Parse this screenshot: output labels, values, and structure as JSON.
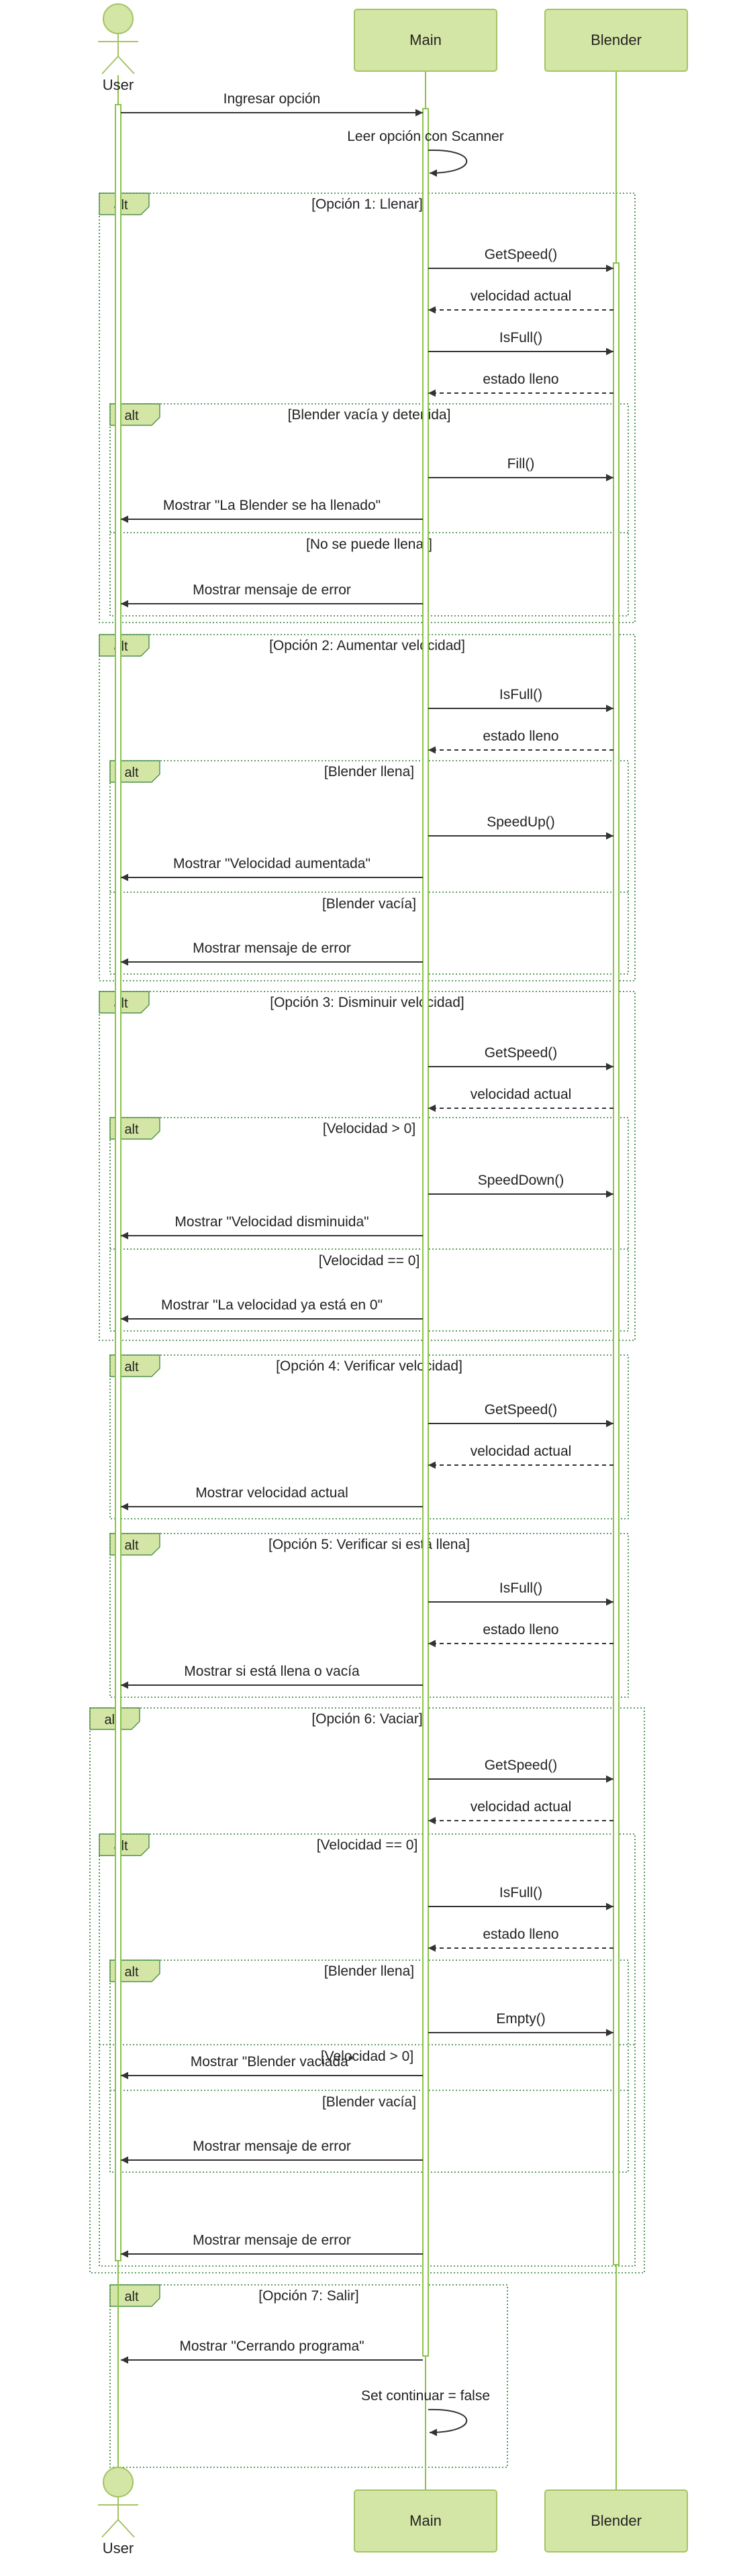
{
  "participants": {
    "user": {
      "label": "User",
      "kind": "actor"
    },
    "main": {
      "label": "Main",
      "kind": "box"
    },
    "blender": {
      "label": "Blender",
      "kind": "box"
    }
  },
  "colors": {
    "participant_fill": "#d4e6a5",
    "participant_stroke": "#a4c463",
    "lifeline": "#8bc34a",
    "activation": "#8bc34a",
    "frame_border": "#2f7d32",
    "tag_fill": "#d4e6a5",
    "text": "#222222",
    "arrow": "#333333"
  },
  "messages": {
    "m1": {
      "label": "Ingresar opción",
      "from": "user",
      "to": "main",
      "style": "solid"
    },
    "m2": {
      "label": "Leer opción con Scanner",
      "from": "main",
      "to": "main",
      "style": "self"
    },
    "m3": {
      "label": "GetSpeed()",
      "from": "main",
      "to": "blender",
      "style": "solid"
    },
    "m4": {
      "label": "velocidad actual",
      "from": "blender",
      "to": "main",
      "style": "dashed"
    },
    "m5": {
      "label": "IsFull()",
      "from": "main",
      "to": "blender",
      "style": "solid"
    },
    "m6": {
      "label": "estado lleno",
      "from": "blender",
      "to": "main",
      "style": "dashed"
    },
    "m7": {
      "label": "Fill()",
      "from": "main",
      "to": "blender",
      "style": "solid"
    },
    "m8": {
      "label": "Mostrar \"La Blender se ha llenado\"",
      "from": "main",
      "to": "user",
      "style": "solid"
    },
    "m9": {
      "label": "Mostrar mensaje de error",
      "from": "main",
      "to": "user",
      "style": "solid"
    },
    "m10": {
      "label": "IsFull()",
      "from": "main",
      "to": "blender",
      "style": "solid"
    },
    "m11": {
      "label": "estado lleno",
      "from": "blender",
      "to": "main",
      "style": "dashed"
    },
    "m12": {
      "label": "SpeedUp()",
      "from": "main",
      "to": "blender",
      "style": "solid"
    },
    "m13": {
      "label": "Mostrar \"Velocidad aumentada\"",
      "from": "main",
      "to": "user",
      "style": "solid"
    },
    "m14": {
      "label": "Mostrar mensaje de error",
      "from": "main",
      "to": "user",
      "style": "solid"
    },
    "m15": {
      "label": "GetSpeed()",
      "from": "main",
      "to": "blender",
      "style": "solid"
    },
    "m16": {
      "label": "velocidad actual",
      "from": "blender",
      "to": "main",
      "style": "dashed"
    },
    "m17": {
      "label": "SpeedDown()",
      "from": "main",
      "to": "blender",
      "style": "solid"
    },
    "m18": {
      "label": "Mostrar \"Velocidad disminuida\"",
      "from": "main",
      "to": "user",
      "style": "solid"
    },
    "m19": {
      "label": "Mostrar \"La velocidad ya está en 0\"",
      "from": "main",
      "to": "user",
      "style": "solid"
    },
    "m20": {
      "label": "GetSpeed()",
      "from": "main",
      "to": "blender",
      "style": "solid"
    },
    "m21": {
      "label": "velocidad actual",
      "from": "blender",
      "to": "main",
      "style": "dashed"
    },
    "m22": {
      "label": "Mostrar velocidad actual",
      "from": "main",
      "to": "user",
      "style": "solid"
    },
    "m23": {
      "label": "IsFull()",
      "from": "main",
      "to": "blender",
      "style": "solid"
    },
    "m24": {
      "label": "estado lleno",
      "from": "blender",
      "to": "main",
      "style": "dashed"
    },
    "m25": {
      "label": "Mostrar si está llena o vacía",
      "from": "main",
      "to": "user",
      "style": "solid"
    },
    "m26": {
      "label": "GetSpeed()",
      "from": "main",
      "to": "blender",
      "style": "solid"
    },
    "m27": {
      "label": "velocidad actual",
      "from": "blender",
      "to": "main",
      "style": "dashed"
    },
    "m28": {
      "label": "IsFull()",
      "from": "main",
      "to": "blender",
      "style": "solid"
    },
    "m29": {
      "label": "estado lleno",
      "from": "blender",
      "to": "main",
      "style": "dashed"
    },
    "m30": {
      "label": "Empty()",
      "from": "main",
      "to": "blender",
      "style": "solid"
    },
    "m31": {
      "label": "Mostrar \"Blender vaciada\"",
      "from": "main",
      "to": "user",
      "style": "solid"
    },
    "m32": {
      "label": "Mostrar mensaje de error",
      "from": "main",
      "to": "user",
      "style": "solid"
    },
    "m33": {
      "label": "Mostrar mensaje de error",
      "from": "main",
      "to": "user",
      "style": "solid"
    },
    "m34": {
      "label": "Mostrar \"Cerrando programa\"",
      "from": "main",
      "to": "user",
      "style": "solid"
    },
    "m35": {
      "label": "Set continuar = false",
      "from": "main",
      "to": "main",
      "style": "self"
    }
  },
  "fragments": {
    "f1": {
      "tag": "alt",
      "condition": "[Opción 1: Llenar]"
    },
    "f1a": {
      "tag": "alt",
      "condition": "[Blender vacía y detenida]",
      "else": "[No se puede llenar]"
    },
    "f2": {
      "tag": "alt",
      "condition": "[Opción 2: Aumentar velocidad]"
    },
    "f2a": {
      "tag": "alt",
      "condition": "[Blender llena]",
      "else": "[Blender vacía]"
    },
    "f3": {
      "tag": "alt",
      "condition": "[Opción 3: Disminuir velocidad]"
    },
    "f3a": {
      "tag": "alt",
      "condition": "[Velocidad > 0]",
      "else": "[Velocidad == 0]"
    },
    "f4": {
      "tag": "alt",
      "condition": "[Opción 4: Verificar velocidad]"
    },
    "f5": {
      "tag": "alt",
      "condition": "[Opción 5: Verificar si está llena]"
    },
    "f6": {
      "tag": "alt",
      "condition": "[Opción 6: Vaciar]"
    },
    "f6a": {
      "tag": "alt",
      "condition": "[Velocidad == 0]",
      "else": "[Velocidad > 0]"
    },
    "f6b": {
      "tag": "alt",
      "condition": "[Blender llena]",
      "else": "[Blender vacía]"
    },
    "f7": {
      "tag": "alt",
      "condition": "[Opción 7: Salir]"
    }
  }
}
